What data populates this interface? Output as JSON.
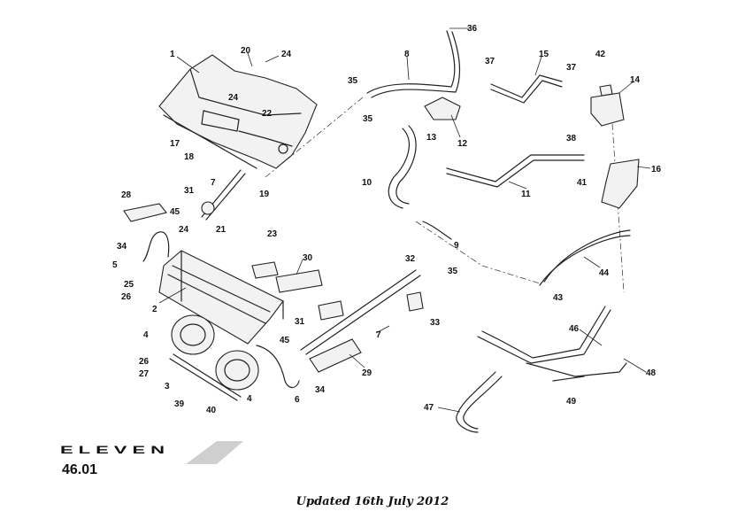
{
  "brand": {
    "logo_text": "ELEVEN"
  },
  "page_ref": "46.01",
  "updated_text": "Updated 16th July 2012",
  "callouts": [
    "1",
    "20",
    "24",
    "24",
    "22",
    "17",
    "18",
    "19",
    "7",
    "31",
    "28",
    "45",
    "24",
    "21",
    "23",
    "34",
    "5",
    "30",
    "25",
    "26",
    "2",
    "31",
    "45",
    "7",
    "33",
    "4",
    "26",
    "27",
    "3",
    "4",
    "39",
    "40",
    "6",
    "34",
    "29",
    "36",
    "8",
    "35",
    "35",
    "13",
    "12",
    "10",
    "37",
    "15",
    "37",
    "42",
    "14",
    "38",
    "11",
    "16",
    "41",
    "9",
    "32",
    "35",
    "44",
    "43",
    "46",
    "48",
    "49",
    "47"
  ]
}
